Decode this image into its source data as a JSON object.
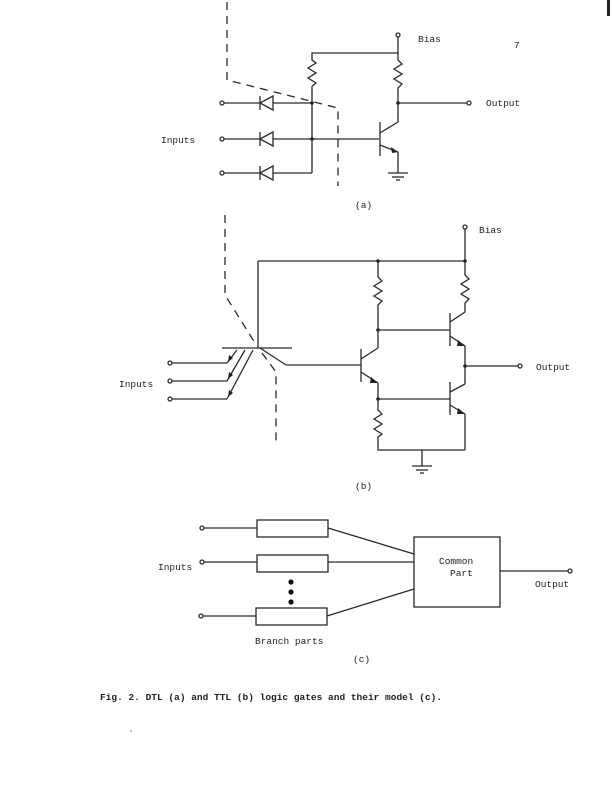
{
  "page": {
    "page_number": "7",
    "caption": "Fig. 2.  DTL (a) and TTL (b) logic gates and their model (c)."
  },
  "figure_a": {
    "label": "(a)",
    "bias_label": "Bias",
    "output_label": "Output",
    "inputs_label": "Inputs",
    "input_count": 3
  },
  "figure_b": {
    "label": "(b)",
    "bias_label": "Bias",
    "output_label": "Output",
    "inputs_label": "Inputs",
    "input_count": 3
  },
  "figure_c": {
    "label": "(c)",
    "inputs_label": "Inputs",
    "output_label": "Output",
    "common_part_line1": "Common",
    "common_part_line2": "Part",
    "branch_parts_label": "Branch parts"
  }
}
